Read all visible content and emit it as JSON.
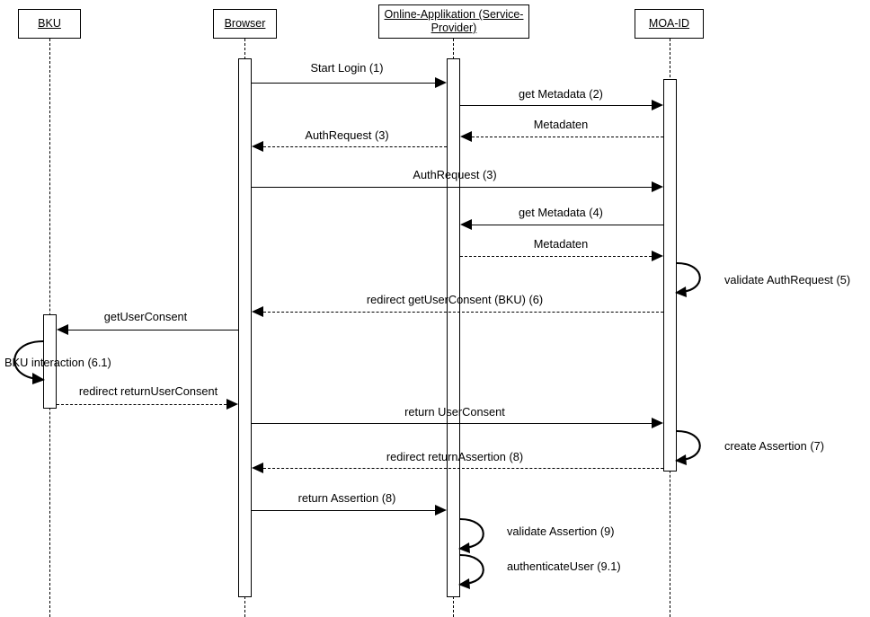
{
  "diagram": {
    "type": "uml-sequence-diagram",
    "title": "MOA-ID Authentication Sequence",
    "background_color": "#ffffff",
    "line_color": "#000000"
  },
  "lifelines": [
    {
      "id": "bku",
      "label": "BKU",
      "label_line1": "BKU",
      "label_line2": ""
    },
    {
      "id": "browser",
      "label": "Browser",
      "label_line1": "Browser",
      "label_line2": ""
    },
    {
      "id": "oa",
      "label": "Online-Applikation (Service-Provider)",
      "label_line1": "Online-Applikation (Service-",
      "label_line2": "Provider)"
    },
    {
      "id": "moaid",
      "label": "MOA-ID",
      "label_line1": "MOA-ID",
      "label_line2": ""
    }
  ],
  "messages": [
    {
      "n": 1,
      "label": "Start Login (1)",
      "from": "browser",
      "to": "oa",
      "style": "solid",
      "direction": "right"
    },
    {
      "n": 2,
      "label": "get Metadata (2)",
      "from": "oa",
      "to": "moaid",
      "style": "solid",
      "direction": "right"
    },
    {
      "n": 3,
      "label": "Metadaten",
      "from": "moaid",
      "to": "oa",
      "style": "dashed",
      "direction": "left"
    },
    {
      "n": 4,
      "label": "AuthRequest (3)",
      "from": "oa",
      "to": "browser",
      "style": "dashed",
      "direction": "left"
    },
    {
      "n": 5,
      "label": "AuthRequest (3)",
      "from": "browser",
      "to": "moaid",
      "style": "solid",
      "direction": "right"
    },
    {
      "n": 6,
      "label": "get Metadata (4)",
      "from": "moaid",
      "to": "oa",
      "style": "solid",
      "direction": "left"
    },
    {
      "n": 7,
      "label": "Metadaten",
      "from": "oa",
      "to": "moaid",
      "style": "dashed",
      "direction": "right"
    },
    {
      "n": 8,
      "label": "validate AuthRequest (5)",
      "from": "moaid",
      "to": "moaid",
      "style": "self",
      "direction": "right"
    },
    {
      "n": 9,
      "label": "redirect getUserConsent (BKU) (6)",
      "from": "moaid",
      "to": "browser",
      "style": "dashed",
      "direction": "left"
    },
    {
      "n": 10,
      "label": "getUserConsent",
      "from": "browser",
      "to": "bku",
      "style": "solid",
      "direction": "left"
    },
    {
      "n": 11,
      "label": "BKU interaction (6.1)",
      "from": "bku",
      "to": "bku",
      "style": "self",
      "direction": "left"
    },
    {
      "n": 12,
      "label": "redirect returnUserConsent",
      "from": "bku",
      "to": "browser",
      "style": "dashed",
      "direction": "right"
    },
    {
      "n": 13,
      "label": "return UserConsent",
      "from": "browser",
      "to": "moaid",
      "style": "solid",
      "direction": "right"
    },
    {
      "n": 14,
      "label": "create Assertion (7)",
      "from": "moaid",
      "to": "moaid",
      "style": "self",
      "direction": "right"
    },
    {
      "n": 15,
      "label": "redirect returnAssertion (8)",
      "from": "moaid",
      "to": "browser",
      "style": "dashed",
      "direction": "left"
    },
    {
      "n": 16,
      "label": "return Assertion (8)",
      "from": "browser",
      "to": "oa",
      "style": "solid",
      "direction": "right"
    },
    {
      "n": 17,
      "label": "validate Assertion (9)",
      "from": "oa",
      "to": "oa",
      "style": "self",
      "direction": "right"
    },
    {
      "n": 18,
      "label": "authenticateUser (9.1)",
      "from": "oa",
      "to": "oa",
      "style": "self",
      "direction": "right"
    }
  ]
}
